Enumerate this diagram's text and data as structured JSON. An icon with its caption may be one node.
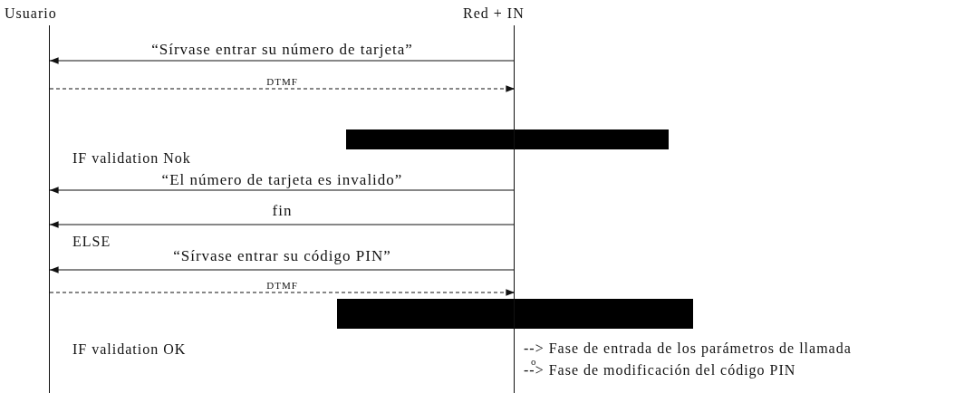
{
  "diagram": {
    "nodes": [
      {
        "text": [
          "Usuario"
        ]
      },
      {
        "text": [
          "Red + IN"
        ]
      }
    ],
    "edges": [
      {
        "from": 1,
        "to": 0,
        "arrow": "to",
        "label": "“Sírvase entrar su número de tarjeta”"
      },
      {
        "from": 0,
        "to": 1,
        "arrow": "to",
        "label": "DTMF",
        "style": "dashed"
      },
      {
        "from": 1,
        "to": 0,
        "arrow": "to",
        "label": "“El número de tarjeta es invalido”"
      },
      {
        "from": 1,
        "to": 0,
        "arrow": "to",
        "label": "fin"
      },
      {
        "from": 1,
        "to": 0,
        "arrow": "to",
        "label": "“Sírvase entrar su código PIN”"
      },
      {
        "from": 0,
        "to": 1,
        "arrow": "to",
        "label": "DTMF",
        "style": "dashed"
      }
    ],
    "labels": [
      "IF validation Nok",
      "ELSE",
      "IF validation OK",
      "--> Fase de entrada de los parámetros de llamada",
      "o",
      "--> Fase de modificación del código PIN"
    ]
  }
}
